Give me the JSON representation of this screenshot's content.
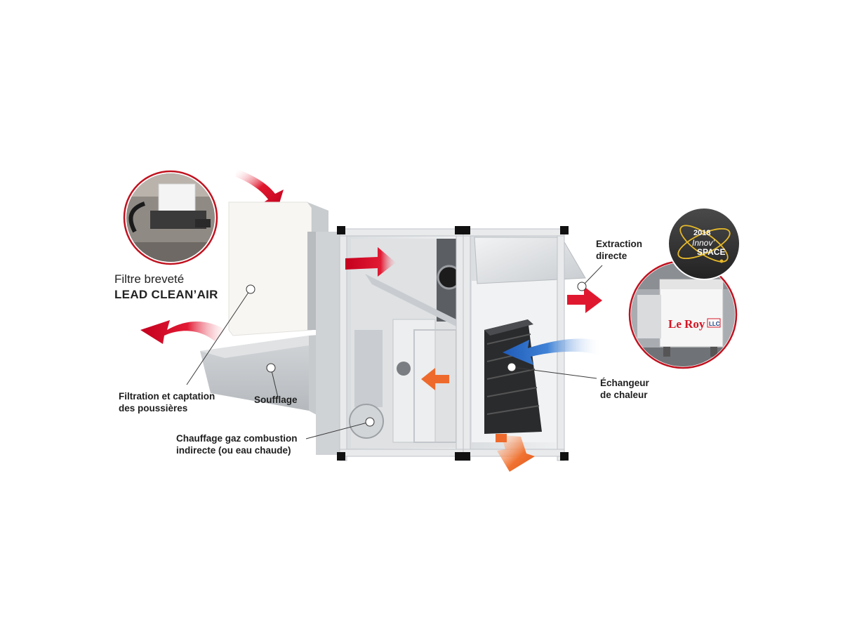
{
  "labels": {
    "filter": {
      "line1": "Filtre breveté",
      "line2": "LEAD CLEAN’AIR"
    },
    "filtration": {
      "line1": "Filtration et captation",
      "line2": "des poussières"
    },
    "soufflage": "Soufflage",
    "chauffage": {
      "line1": "Chauffage gaz combustion",
      "line2": "indirecte (ou eau chaude)"
    },
    "extraction": {
      "line1": "Extraction",
      "line2": "directe"
    },
    "echangeur": {
      "line1": "Échangeur",
      "line2": "de chaleur"
    }
  },
  "award_badge": {
    "year": "2018",
    "line1": "Innov’",
    "line2": "SPACE"
  },
  "product_brand": {
    "name": "Le Roy",
    "mark": "LLC"
  },
  "colors": {
    "hot_air": "#d3112a",
    "warm_air": "#ee6a2c",
    "cold_air": "#2f6fc4",
    "badge_gold": "#e6b92a",
    "frame": "#bfc3c8",
    "corner": "#111111",
    "inset_ring": "#c0121f"
  }
}
